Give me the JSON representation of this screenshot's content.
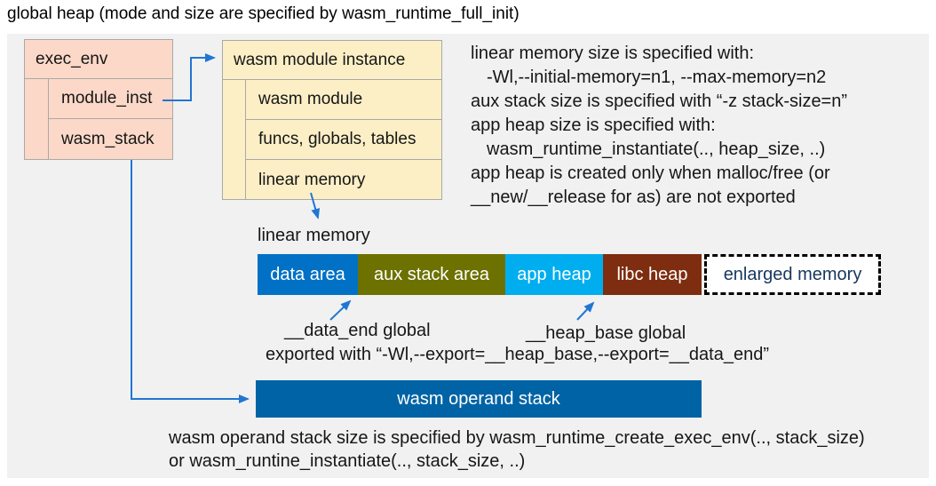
{
  "title": "global heap (mode and size are specified by wasm_runtime_full_init)",
  "exec_env": {
    "header": "exec_env",
    "rows": [
      "module_inst",
      "wasm_stack"
    ]
  },
  "module_instance": {
    "header": "wasm module instance",
    "rows": [
      "wasm module",
      "funcs, globals, tables",
      "linear memory"
    ]
  },
  "notes": {
    "lines": [
      {
        "text": "linear memory size is specified with:"
      },
      {
        "text": "-Wl,--initial-memory=n1, --max-memory=n2"
      },
      {
        "text": "aux stack size is specified with “-z stack-size=n”"
      },
      {
        "text": "app heap size is specified with:"
      },
      {
        "text": "wasm_runtime_instantiate(.., heap_size, ..)"
      },
      {
        "text": "app heap is created only when malloc/free (or"
      },
      {
        "text": "__new/__release for as) are not exported"
      }
    ]
  },
  "linear_memory": {
    "label": "linear memory",
    "segments": [
      {
        "label": "data area",
        "color": "#0071C5"
      },
      {
        "label": "aux stack area",
        "color": "#6D7100"
      },
      {
        "label": "app heap",
        "color": "#00AEEF"
      },
      {
        "label": "libc heap",
        "color": "#7E2D10"
      }
    ],
    "enlarged": {
      "label": "enlarged memory",
      "text_color": "#17375E"
    }
  },
  "globals": {
    "data_end": "__data_end global",
    "heap_base": "__heap_base global",
    "exported": "exported with “-Wl,--export=__heap_base,--export=__data_end”"
  },
  "operand_stack": {
    "label": "wasm operand stack",
    "color": "#0063A5",
    "caption_line1": "wasm operand stack size is specified by wasm_runtime_create_exec_env(.., stack_size)",
    "caption_line2": "or wasm_runtine_instantiate(.., stack_size, ..)"
  },
  "colors": {
    "panel_bg": "#F1F1F2",
    "exec_env_bg": "#FBD8C8",
    "module_instance_bg": "#FCEFC6",
    "border": "#A9A9A9",
    "arrow": "#2176D2"
  }
}
